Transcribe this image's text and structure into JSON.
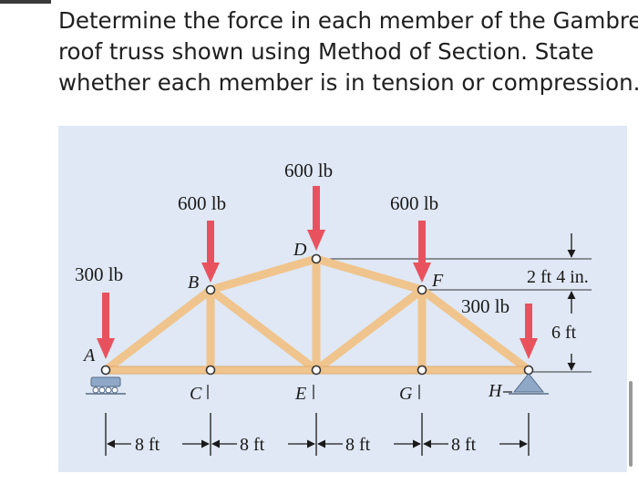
{
  "problem": {
    "lines": [
      "Determine the force in each member of the Gambrel",
      "roof truss shown using Method of Section. State",
      "whether each member is in tension or compression."
    ]
  },
  "figure": {
    "loads": {
      "a": "300 lb",
      "b": "600 lb",
      "d": "600 lb",
      "f": "600 lb",
      "h": "300 lb"
    },
    "joints": {
      "a": "A",
      "b": "B",
      "c": "C",
      "d": "D",
      "e": "E",
      "f": "F",
      "g": "G",
      "h": "H"
    },
    "dimensions": {
      "spans": [
        "8 ft",
        "8 ft",
        "8 ft",
        "8 ft"
      ],
      "rise_top": "2 ft 4 in.",
      "rise_bottom": "6 ft"
    },
    "colors": {
      "panel_bg": "#dfe8f4",
      "member": "#f0c48d",
      "member_edge": "#d9a463",
      "load_arrow": "#e8525e",
      "support": "#8fa8c8"
    }
  }
}
